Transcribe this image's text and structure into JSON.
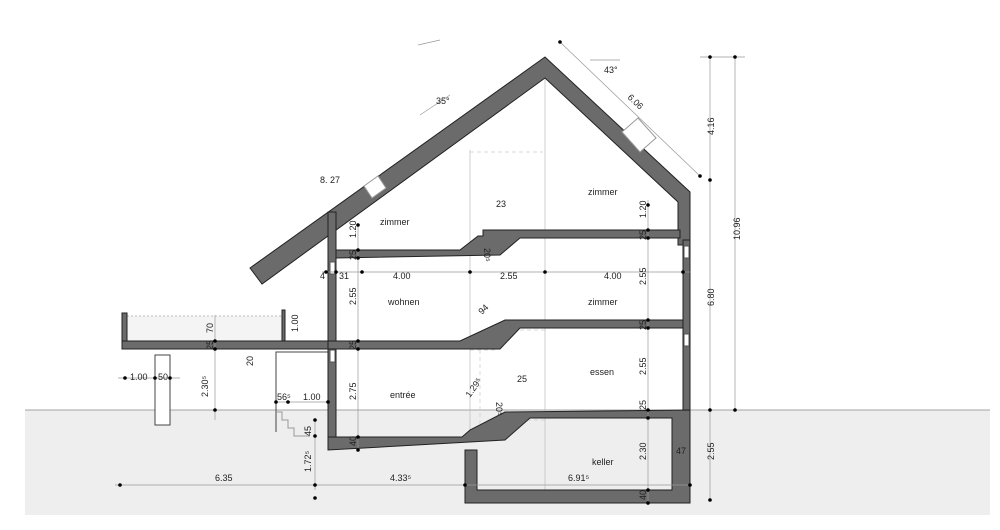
{
  "colors": {
    "wall": "#6b6b6b",
    "ground": "#eeeeee",
    "line": "#222222"
  },
  "rooms": {
    "attic_left": "zimmer",
    "attic_right": "zimmer",
    "upper_left": "wohnen",
    "upper_right": "zimmer",
    "ground_left": "entrée",
    "ground_right": "essen",
    "basement": "keller"
  },
  "angles": {
    "left_roof": "35°",
    "right_roof": "43°"
  },
  "dims": [
    "6.06",
    "4.16",
    "10.96",
    "6.80",
    "2.55",
    "8. 27",
    "23",
    "1.20",
    "25",
    "2.55",
    "25",
    "2.75",
    "40",
    "1.20",
    "25",
    "2.55",
    "25",
    "2.55",
    "25",
    "2.30",
    "40",
    "47",
    "4",
    "31",
    "4.00",
    "2.55",
    "4.00",
    "20⁵",
    "94",
    "1.29⁵",
    "25",
    "20⁵",
    "70",
    "25",
    "1.00",
    "20",
    "1.00",
    "50",
    "2.30⁵",
    "56⁵",
    "1.00",
    "45",
    "1.72⁵",
    "6.35",
    "4.33⁵",
    "6.91⁵"
  ]
}
